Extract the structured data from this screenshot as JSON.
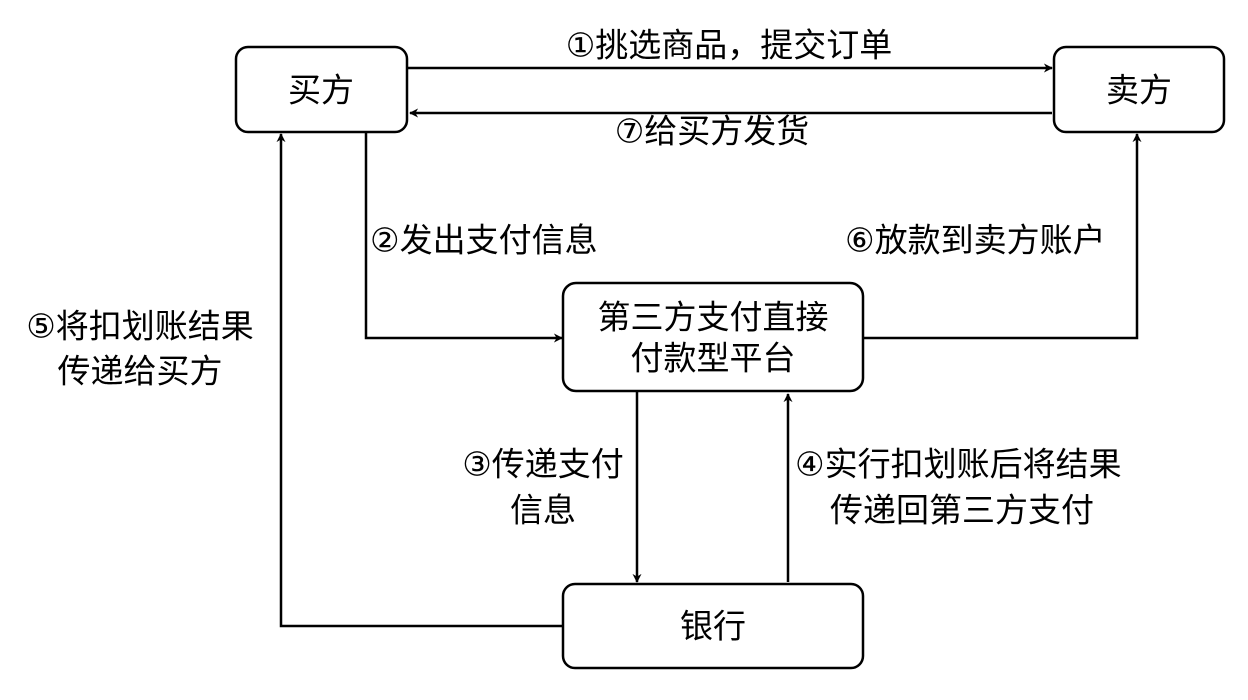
{
  "nodes": {
    "buyer": "买方",
    "seller": "卖方",
    "platform": {
      "line1": "第三方支付直接",
      "line2": "付款型平台"
    },
    "bank": "银行"
  },
  "edges": {
    "step1": "①挑选商品，提交订单",
    "step2": "②发出支付信息",
    "step3": {
      "line1": "③传递支付",
      "line2": "信息"
    },
    "step4": {
      "line1": "④实行扣划账后将结果",
      "line2": "传递回第三方支付"
    },
    "step5": {
      "line1": "⑤将扣划账结果",
      "line2": "传递给买方"
    },
    "step6": "⑥放款到卖方账户",
    "step7": "⑦给买方发货"
  }
}
